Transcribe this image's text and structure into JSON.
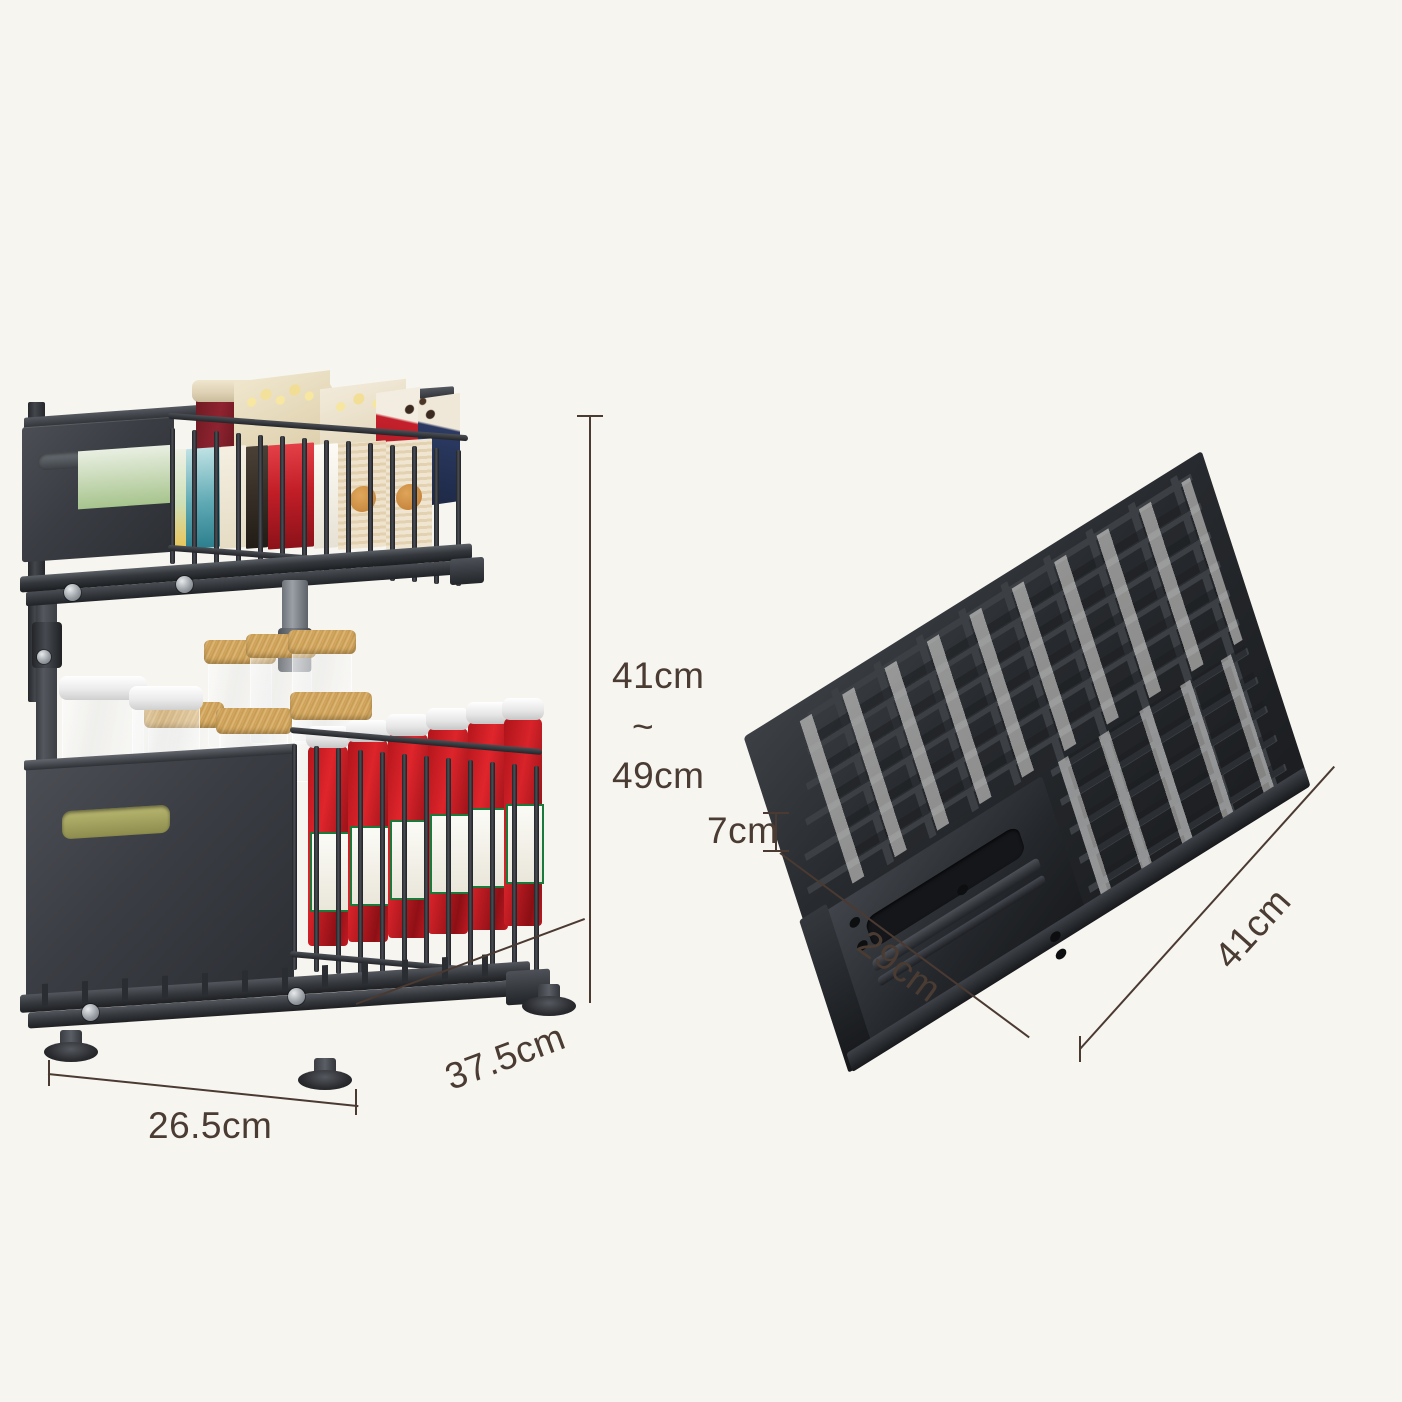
{
  "page": {
    "background_color": "#f7f5f0",
    "line_color": "#4a3a32",
    "text_color": "#4a3b33",
    "type": "product-dimension-diagram"
  },
  "assembled_product": {
    "name": "2-tier pull-out under-sink storage rack",
    "finish_color": "#3a3d43",
    "dimensions": {
      "width": "26.5cm",
      "depth": "37.5cm",
      "height_min": "41cm",
      "height_range_separator": "~",
      "height_max": "49cm"
    },
    "tiers": [
      {
        "name": "upper-basket",
        "contents": [
          "jam-jar",
          "jam-jar",
          "popcorn-bag",
          "popcorn-bag",
          "cereal-box",
          "snack-box",
          "cookie-box",
          "canned-goods-box"
        ]
      },
      {
        "name": "lower-basket",
        "contents": [
          "cork-lid-jar",
          "cork-lid-jar",
          "cork-lid-jar",
          "cork-lid-jar",
          "white-lid-container",
          "white-lid-container",
          "ketchup-bottle",
          "ketchup-bottle",
          "ketchup-bottle",
          "ketchup-bottle",
          "ketchup-bottle",
          "ketchup-bottle"
        ]
      }
    ]
  },
  "folded_product": {
    "name": "folded flat rack",
    "finish_color": "#26282b",
    "dimensions": {
      "height": "7cm",
      "width": "29cm",
      "length": "41cm"
    }
  },
  "labels": {
    "height_min": "41cm",
    "height_sep": "~",
    "height_max": "49cm",
    "width": "26.5cm",
    "depth": "37.5cm",
    "folded_height": "7cm",
    "folded_width": "29cm",
    "folded_length": "41cm"
  }
}
